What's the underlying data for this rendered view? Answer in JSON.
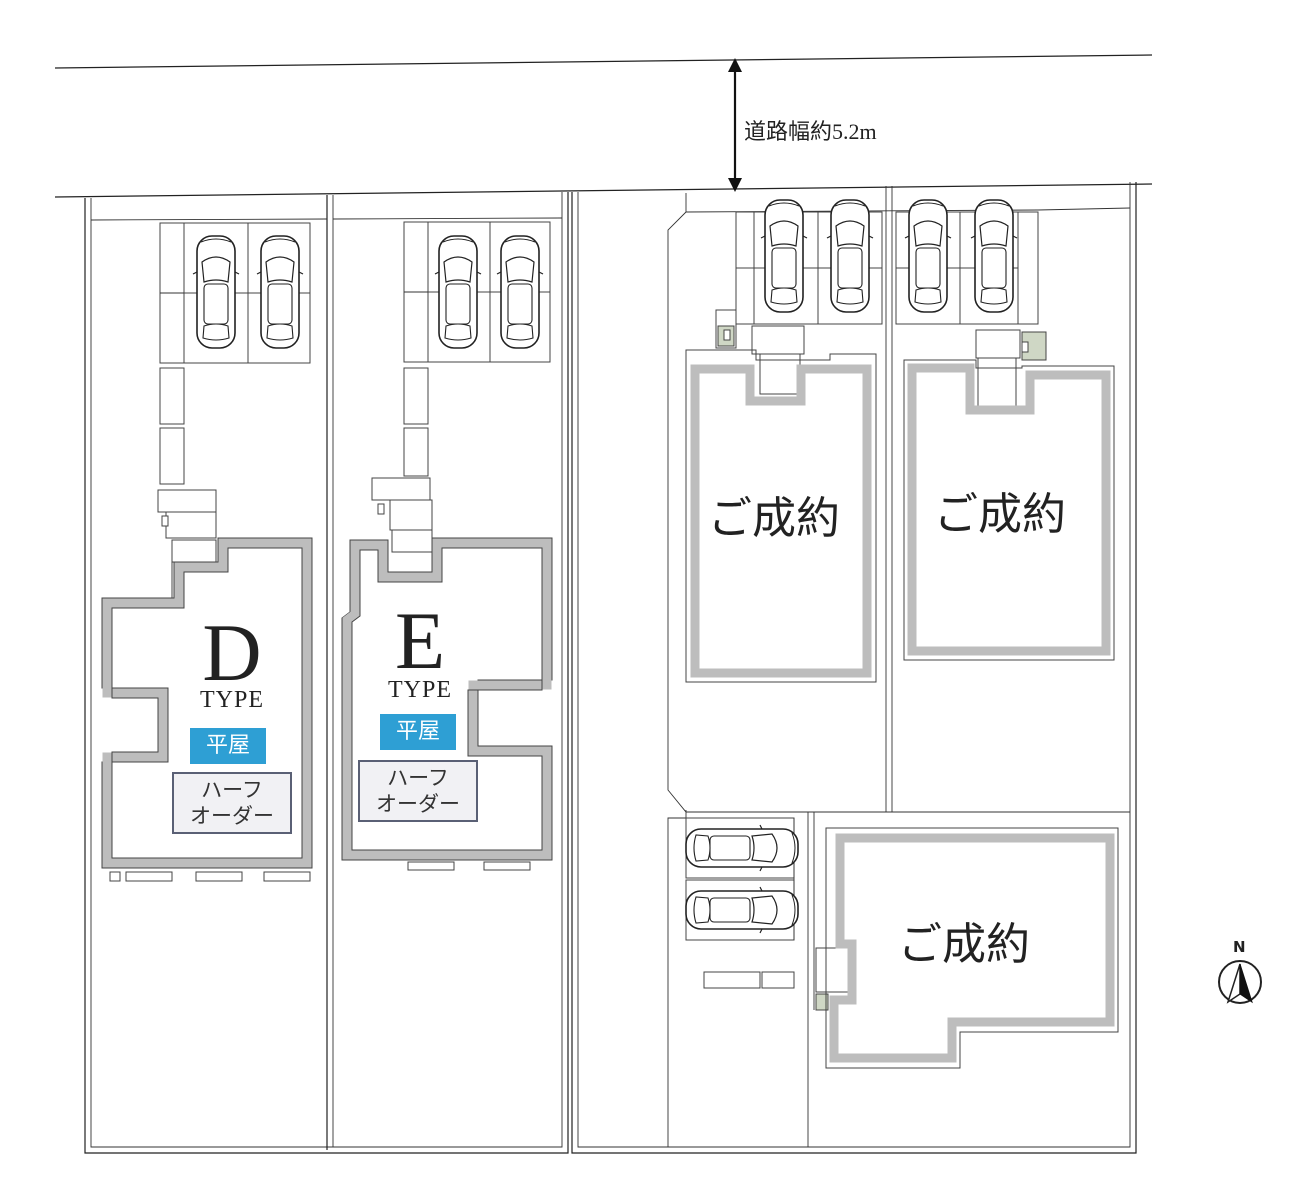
{
  "road": {
    "width_label": "道路幅約5.2m"
  },
  "lots": [
    {
      "id": "D",
      "letter": "D",
      "type_word": "TYPE",
      "style_badge": "平屋",
      "order_badge_line1": "ハーフ",
      "order_badge_line2": "オーダー"
    },
    {
      "id": "E",
      "letter": "E",
      "type_word": "TYPE",
      "style_badge": "平屋",
      "order_badge_line1": "ハーフ",
      "order_badge_line2": "オーダー"
    }
  ],
  "sold_lots": [
    {
      "label": "ご成約"
    },
    {
      "label": "ご成約"
    },
    {
      "label": "ご成約"
    }
  ],
  "compass": {
    "north_label": "N"
  },
  "colors": {
    "badge_blue": "#2e9fd4",
    "house_outline": "#bdbdbd",
    "badge_border": "#5a6075"
  }
}
